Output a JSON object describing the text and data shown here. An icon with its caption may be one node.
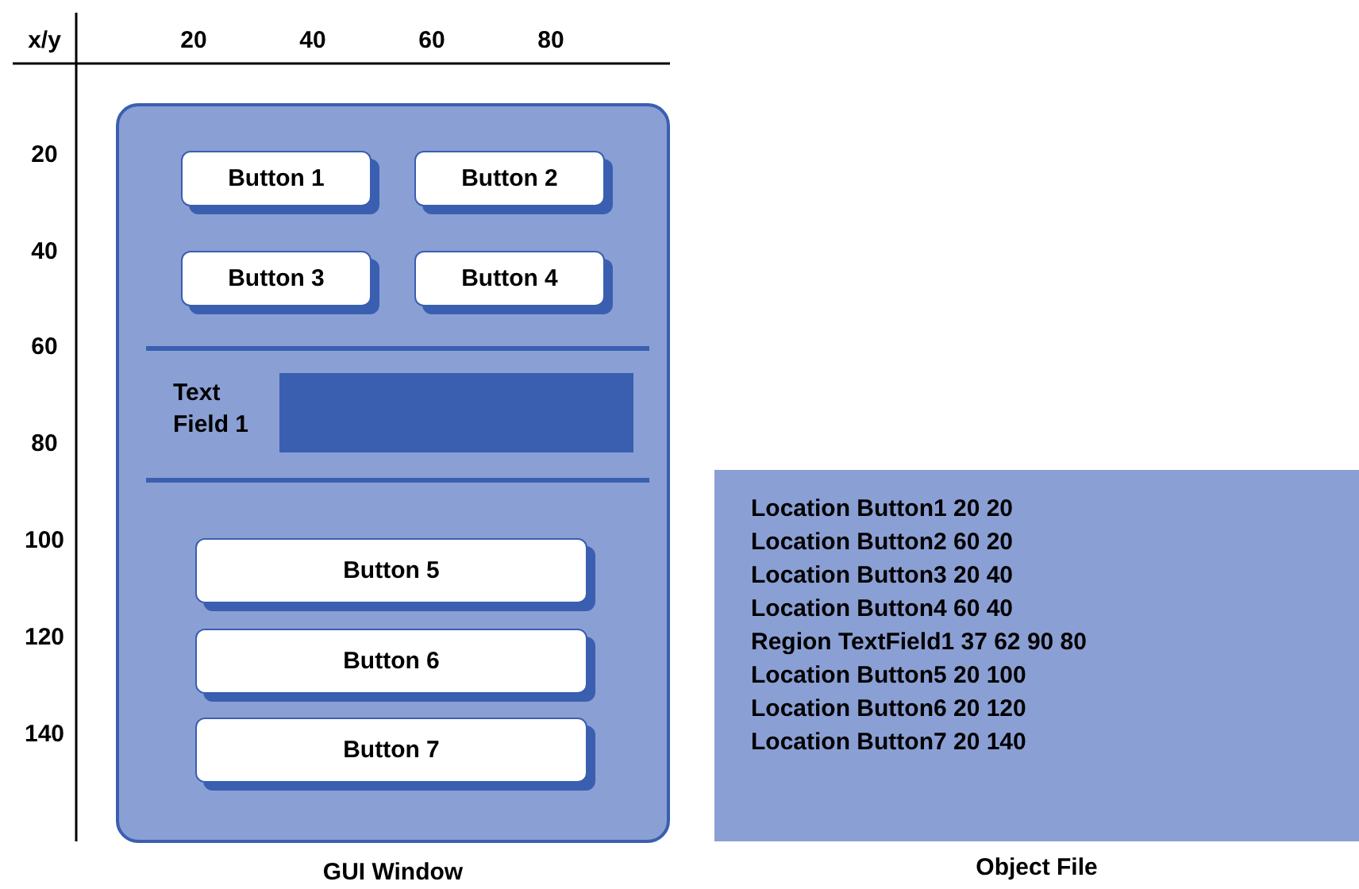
{
  "diagram": {
    "nodes": [
      {
        "text": [
          "GUI Window"
        ]
      },
      {
        "text": [
          "Button 1"
        ],
        "in": 0
      },
      {
        "text": [
          "Button 2"
        ],
        "in": 0
      },
      {
        "text": [
          "Button 3"
        ],
        "in": 0
      },
      {
        "text": [
          "Button 4"
        ],
        "in": 0
      },
      {
        "text": [],
        "shape": "box",
        "beside": [
          "Text Field 1"
        ],
        "in": 0
      },
      {
        "text": [
          "Button 5"
        ],
        "in": 0
      },
      {
        "text": [
          "Button 6"
        ],
        "in": 0
      },
      {
        "text": [
          "Button 7"
        ],
        "in": 0
      },
      {
        "text": [
          "Object File",
          "Location Button1 20 20",
          "Location Button2 60 20",
          "Location Button3 20 40",
          "Location Button4 60 40",
          "Region TextField1 37 62 90 80",
          "Location Button5 20 100",
          "Location Button6 20 120",
          "Location Button7 20 140"
        ]
      }
    ],
    "edges": [],
    "labels": [
      "x/y",
      "20",
      "40",
      "60",
      "80",
      "20",
      "40",
      "60",
      "80",
      "100",
      "120",
      "140"
    ]
  }
}
